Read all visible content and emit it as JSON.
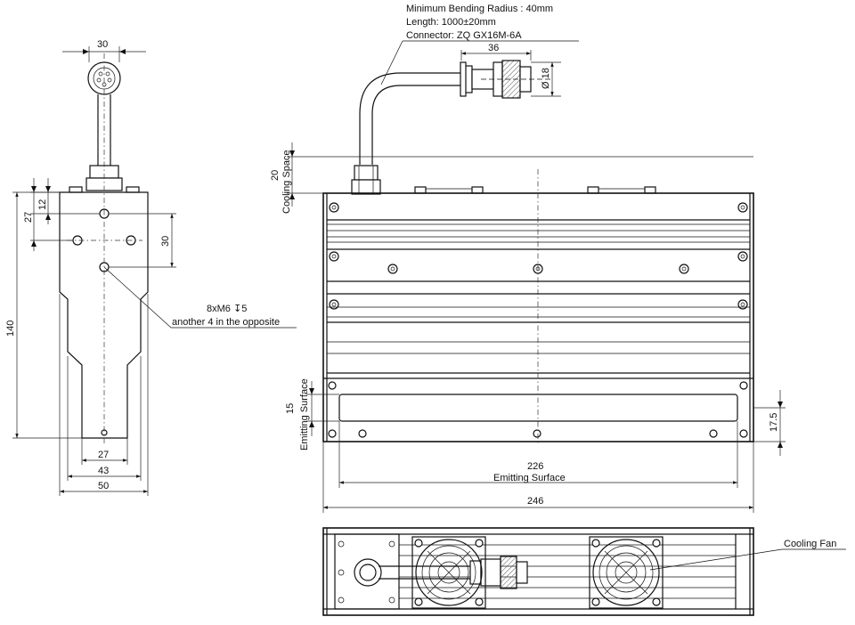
{
  "colors": {
    "line": "#111111",
    "background": "#ffffff"
  },
  "top_notes": {
    "bending_radius": "Minimum Bending Radius : 40mm",
    "length": "Length: 1000±20mm",
    "connector": "Connector: ZQ GX16M-6A"
  },
  "connector_dims": {
    "length": "36",
    "diameter": "Ø 18"
  },
  "side_view": {
    "top_width": "30",
    "dim_12": "12",
    "dim_27_vertical": "27",
    "dim_30_vertical": "30",
    "height": "140",
    "bottom_27": "27",
    "bottom_43": "43",
    "bottom_50": "50",
    "hole_note_1": "8xM6",
    "hole_note_depth": "5",
    "hole_note_2": "another 4 in the opposite"
  },
  "front_view": {
    "cooling_space_value": "20",
    "cooling_space_label": "Cooling Space",
    "emitting_value": "15",
    "emitting_label": "Emitting Surface",
    "right_dim": "17.5",
    "emitting_width": "226",
    "emitting_width_label": "Emitting Surface",
    "total_width": "246"
  },
  "bottom_view": {
    "fan_label": "Cooling Fan"
  }
}
